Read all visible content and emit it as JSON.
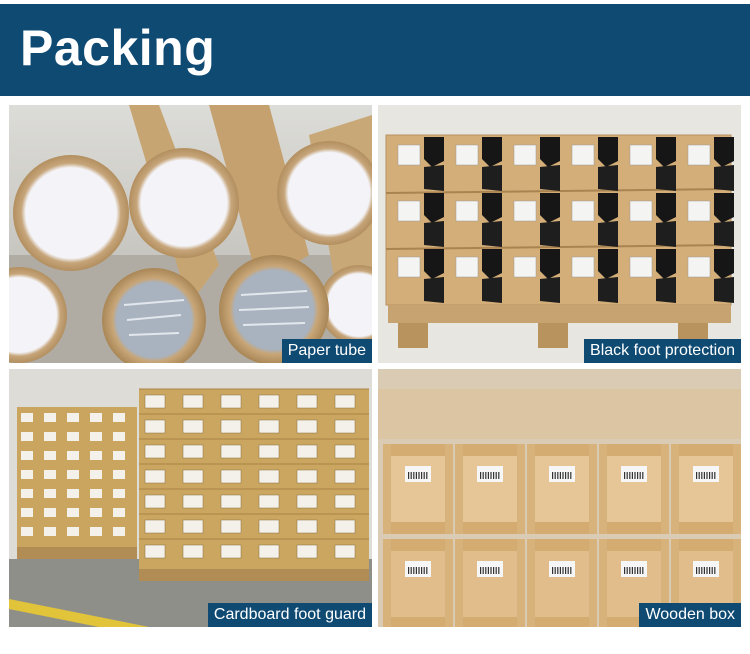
{
  "header": {
    "title": "Packing"
  },
  "photos": [
    {
      "caption": "Paper tube"
    },
    {
      "caption": "Black foot protection"
    },
    {
      "caption": "Cardboard foot guard"
    },
    {
      "caption": "Wooden box"
    }
  ],
  "colors": {
    "brand": "#0f4a73",
    "caption_text": "#ffffff",
    "kraft": "#c9a774",
    "wood": "#e2c08f",
    "black_guard": "#1a1a1a"
  }
}
